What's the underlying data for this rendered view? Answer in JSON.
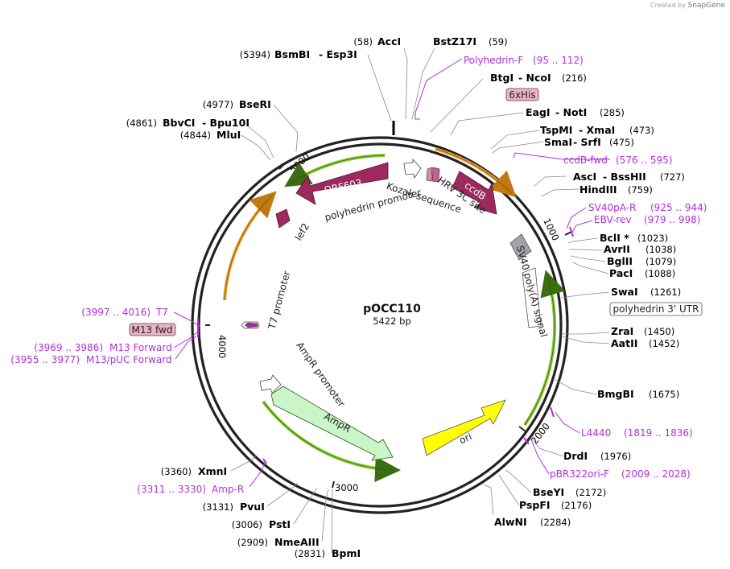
{
  "brand": {
    "prefix": "Created by",
    "name": "SnapGene"
  },
  "plasmid": {
    "name": "pOCC110",
    "length": "5422 bp"
  },
  "ticks": [
    "1000",
    "2000",
    "3000",
    "4000",
    "5000"
  ],
  "sites": {
    "acci": {
      "name": "AccI",
      "pos": "(58)"
    },
    "bstz": {
      "name": "BstZ17I",
      "pos": "(59)"
    },
    "bsmbi": {
      "name": "BsmBI",
      "name2": "Esp3I",
      "pos": "(5394)"
    },
    "btgi": {
      "name": "BtgI",
      "name2": "NcoI",
      "pos": "(216)"
    },
    "eagi": {
      "name": "EagI",
      "name2": "NotI",
      "pos": "(285)"
    },
    "tspmi": {
      "name": "TspMI",
      "name2": "XmaI",
      "pos": "(473)"
    },
    "smai": {
      "name": "SmaI",
      "name2": "SrfI",
      "pos": "(475)"
    },
    "asci": {
      "name": "AscI",
      "name2": "BssHII",
      "pos": "(727)"
    },
    "hind": {
      "name": "HindIII",
      "pos": "(759)"
    },
    "bcli": {
      "name": "BclI *",
      "pos": "(1023)"
    },
    "avrii": {
      "name": "AvrII",
      "pos": "(1038)"
    },
    "bglii": {
      "name": "BglII",
      "pos": "(1079)"
    },
    "paci": {
      "name": "PacI",
      "pos": "(1088)"
    },
    "swai": {
      "name": "SwaI",
      "pos": "(1261)"
    },
    "zrai": {
      "name": "ZraI",
      "pos": "(1450)"
    },
    "aatii": {
      "name": "AatII",
      "pos": "(1452)"
    },
    "bmgbi": {
      "name": "BmgBI",
      "pos": "(1675)"
    },
    "drdi": {
      "name": "DrdI",
      "pos": "(1976)"
    },
    "bseyi": {
      "name": "BseYI",
      "pos": "(2172)"
    },
    "pspfi": {
      "name": "PspFI",
      "pos": "(2176)"
    },
    "alwni": {
      "name": "AlwNI",
      "pos": "(2284)"
    },
    "bpmi": {
      "name": "BpmI",
      "pos": "(2831)"
    },
    "nmeaiii": {
      "name": "NmeAIII",
      "pos": "(2909)"
    },
    "psti": {
      "name": "PstI",
      "pos": "(3006)"
    },
    "pvui": {
      "name": "PvuI",
      "pos": "(3131)"
    },
    "xmni": {
      "name": "XmnI",
      "pos": "(3360)"
    },
    "bseri": {
      "name": "BseRI",
      "pos": "(4977)"
    },
    "bbvci": {
      "name": "BbvCI",
      "name2": "Bpu10I",
      "pos": "(4861)"
    },
    "mlui": {
      "name": "MluI",
      "pos": "(4844)"
    }
  },
  "primers": {
    "polyF": {
      "name": "Polyhedrin-F",
      "range": "(95 .. 112)"
    },
    "ccdbF": {
      "name": "ccdB-fwd",
      "range": "(576 .. 595)"
    },
    "sv40R": {
      "name": "SV40pA-R",
      "range": "(925 .. 944)"
    },
    "ebvR": {
      "name": "EBV-rev",
      "range": "(979 .. 998)"
    },
    "l4440": {
      "name": "L4440",
      "range": "(1819 .. 1836)"
    },
    "pbr": {
      "name": "pBR322ori-F",
      "range": "(2009 .. 2028)"
    },
    "ampR": {
      "name": "Amp-R",
      "range": "(3311 .. 3330)"
    },
    "t7": {
      "name": "T7",
      "range": "(3997 .. 4016)"
    },
    "m13f": {
      "name": "M13 Forward",
      "range": "(3969 .. 3986)"
    },
    "m13puc": {
      "name": "M13/pUC Forward",
      "range": "(3955 .. 3977)"
    }
  },
  "boxes": {
    "his": "6xHis",
    "polyutr": "polyhedrin 3' UTR",
    "m13fwd": "M13 fwd"
  },
  "features": {
    "orf603": "ORF603",
    "ccdb": "ccdB",
    "lef2": "lef2",
    "polyprom": "polyhedrin promoter",
    "kozak": "Kozak sequence",
    "hrv": "HRV 3C site",
    "sv40": "SV40 poly(A) signal",
    "t7prom": "T7 promoter",
    "ampprom": "AmpR promoter",
    "ampr": "AmpR",
    "ori": "ori"
  },
  "colors": {
    "backbone": "#222222",
    "feature_dark": "#9c2a5f",
    "ampr": "#c9f5c9",
    "ori": "#ffff00",
    "orf_orange": "#f0a030",
    "orf_green": "#88cc33",
    "primer": "#b030d8",
    "gray_box": "#a0a4a8"
  }
}
